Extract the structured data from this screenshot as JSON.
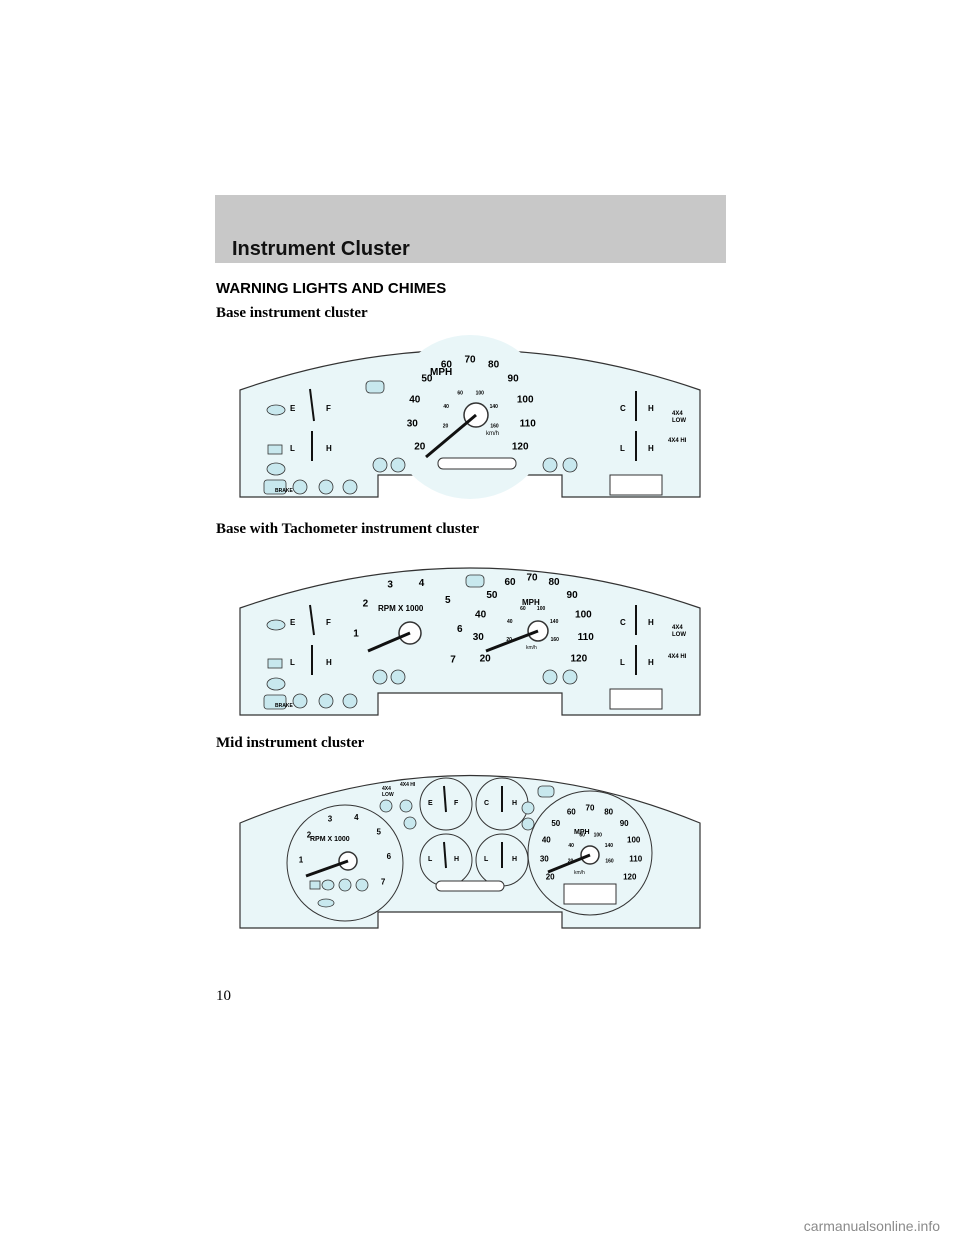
{
  "header": {
    "title": "Instrument Cluster"
  },
  "section": {
    "title": "WARNING LIGHTS AND CHIMES"
  },
  "captions": {
    "base": "Base instrument cluster",
    "tach": "Base with Tachometer instrument cluster",
    "mid": "Mid instrument cluster"
  },
  "gauge_labels": {
    "fuel_e": "E",
    "fuel_f": "F",
    "temp_c": "C",
    "temp_h": "H",
    "oil_l": "L",
    "oil_h": "H",
    "mph": "MPH",
    "kmh": "km/h",
    "rpm": "RPM X 1000",
    "brake": "BRAKE",
    "low4x4": "4X4\nLOW",
    "hi4x4": "4X4 HI",
    "low4x4_line1": "4X4",
    "low4x4_line2": "LOW"
  },
  "speedo_mph": [
    "20",
    "30",
    "40",
    "50",
    "60",
    "70",
    "80",
    "90",
    "100",
    "110",
    "120"
  ],
  "speedo_kmh": [
    "20",
    "40",
    "60",
    "100",
    "140",
    "160"
  ],
  "tach_rpm": [
    "1",
    "2",
    "3",
    "4",
    "5",
    "6",
    "7"
  ],
  "page": {
    "number": "10"
  },
  "footer": {
    "watermark": "carmanualsonline.info"
  }
}
